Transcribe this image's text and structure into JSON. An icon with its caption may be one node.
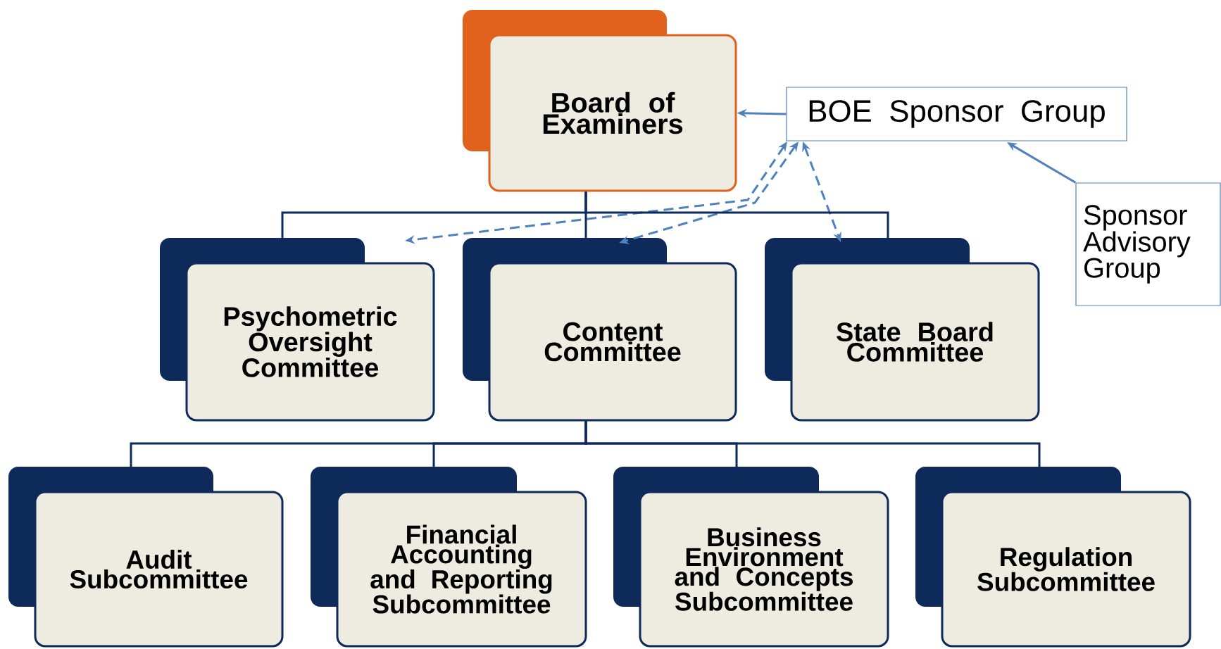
{
  "diagram": {
    "nodes": [
      {
        "text": [
          "Board of Examiners"
        ]
      },
      {
        "text": [
          "BOE Sponsor Group"
        ]
      },
      {
        "text": [
          "Sponsor Advisory Group"
        ]
      },
      {
        "text": [
          "Psychometric Oversight Committee"
        ]
      },
      {
        "text": [
          "Content Committee"
        ]
      },
      {
        "text": [
          "State Board Committee"
        ]
      },
      {
        "text": [
          "Audit Subcommittee"
        ]
      },
      {
        "text": [
          "Financial Accounting and Reporting Subcommittee"
        ]
      },
      {
        "text": [
          "Business Environment and Concepts Subcommittee"
        ]
      },
      {
        "text": [
          "Regulation Subcommittee"
        ]
      }
    ],
    "edges": [
      {
        "from": 1,
        "to": 0,
        "arrow": "to",
        "color": "#4f81bd"
      },
      {
        "from": 2,
        "to": 1,
        "arrow": "to",
        "color": "#4f81bd"
      },
      {
        "from": 1,
        "to": 3,
        "arrow": "both",
        "style": "dashed",
        "color": "#4f81bd"
      },
      {
        "from": 1,
        "to": 4,
        "arrow": "both",
        "style": "dashed",
        "color": "#4f81bd"
      },
      {
        "from": 1,
        "to": 5,
        "arrow": "both",
        "style": "dashed",
        "color": "#4f81bd"
      },
      {
        "from": 0,
        "to": 3,
        "arrow": "none"
      },
      {
        "from": 0,
        "to": 4,
        "arrow": "none"
      },
      {
        "from": 0,
        "to": 5,
        "arrow": "none"
      },
      {
        "from": 4,
        "to": 6,
        "arrow": "none"
      },
      {
        "from": 4,
        "to": 7,
        "arrow": "none"
      },
      {
        "from": 4,
        "to": 8,
        "arrow": "none"
      },
      {
        "from": 4,
        "to": 9,
        "arrow": "none"
      }
    ]
  }
}
